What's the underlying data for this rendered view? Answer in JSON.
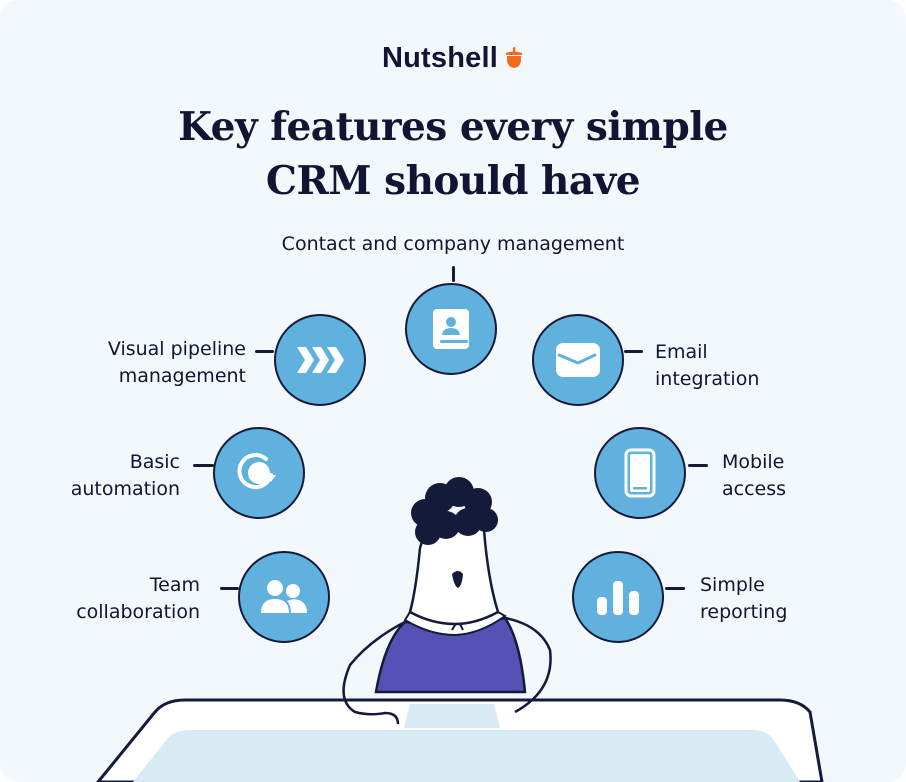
{
  "brand": {
    "name": "Nutshell",
    "logo_icon": "acorn-icon",
    "accent_color": "#f26a1b"
  },
  "title": {
    "line1": "Key features every simple",
    "line2": "CRM should have"
  },
  "features": [
    {
      "label_line1": "Contact and company management",
      "label_line2": "",
      "icon": "contact-book-icon"
    },
    {
      "label_line1": "Visual pipeline",
      "label_line2": "management",
      "icon": "pipeline-chevrons-icon"
    },
    {
      "label_line1": "Email",
      "label_line2": "integration",
      "icon": "envelope-icon"
    },
    {
      "label_line1": "Basic",
      "label_line2": "automation",
      "icon": "refresh-cycle-icon"
    },
    {
      "label_line1": "Mobile",
      "label_line2": "access",
      "icon": "mobile-phone-icon"
    },
    {
      "label_line1": "Team",
      "label_line2": "collaboration",
      "icon": "team-users-icon"
    },
    {
      "label_line1": "Simple",
      "label_line2": "reporting",
      "icon": "bar-chart-icon"
    }
  ],
  "colors": {
    "background": "#f3f8fc",
    "circle_fill": "#60b1de",
    "outline": "#141a3a",
    "shirt": "#5450b4",
    "screen": "#d7ebf5",
    "text": "#111433"
  }
}
